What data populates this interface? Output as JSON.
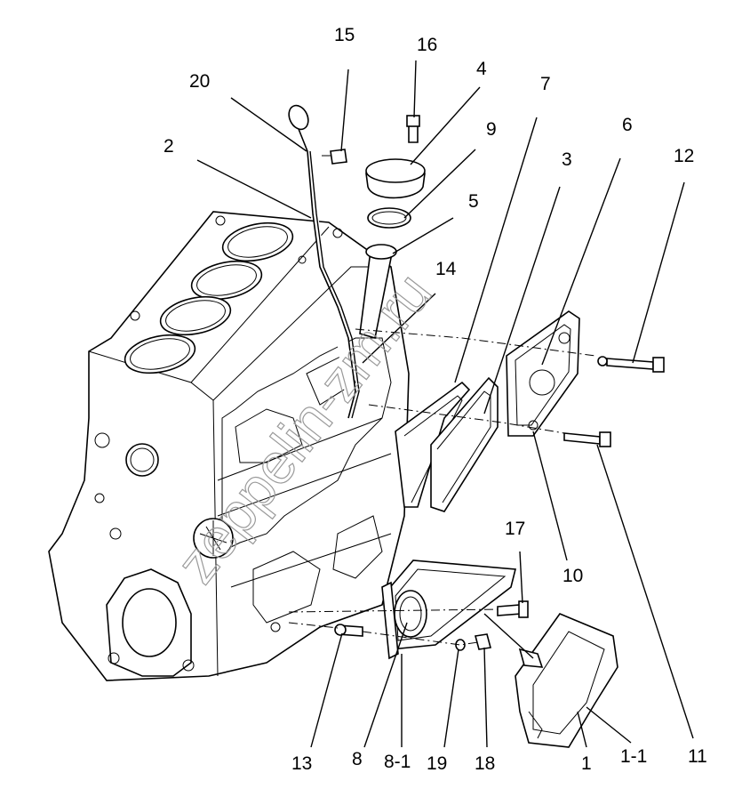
{
  "diagram": {
    "watermark": "zeppelin-zm.ru",
    "callouts": [
      {
        "id": "15",
        "text": "15"
      },
      {
        "id": "16",
        "text": "16"
      },
      {
        "id": "4",
        "text": "4"
      },
      {
        "id": "7",
        "text": "7"
      },
      {
        "id": "20",
        "text": "20"
      },
      {
        "id": "9",
        "text": "9"
      },
      {
        "id": "6",
        "text": "6"
      },
      {
        "id": "2",
        "text": "2"
      },
      {
        "id": "3",
        "text": "3"
      },
      {
        "id": "12",
        "text": "12"
      },
      {
        "id": "5",
        "text": "5"
      },
      {
        "id": "14",
        "text": "14"
      },
      {
        "id": "17",
        "text": "17"
      },
      {
        "id": "10",
        "text": "10"
      },
      {
        "id": "13",
        "text": "13"
      },
      {
        "id": "8",
        "text": "8"
      },
      {
        "id": "8-1",
        "text": "8-1"
      },
      {
        "id": "19",
        "text": "19"
      },
      {
        "id": "18",
        "text": "18"
      },
      {
        "id": "1",
        "text": "1"
      },
      {
        "id": "1-1",
        "text": "1-1"
      },
      {
        "id": "11",
        "text": "11"
      }
    ]
  }
}
